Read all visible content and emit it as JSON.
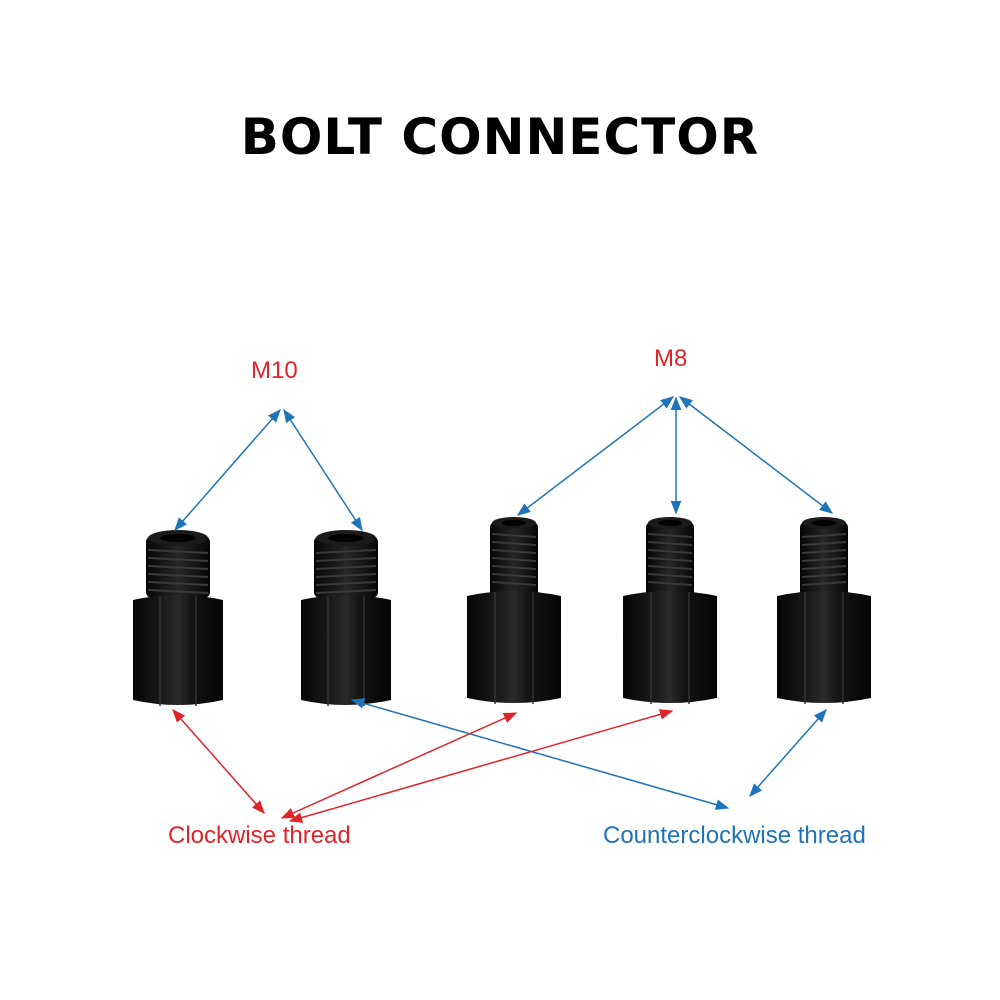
{
  "title": "BOLT CONNECTOR",
  "labels": {
    "m10": "M10",
    "m8": "M8",
    "clockwise": "Clockwise thread",
    "counterclockwise": "Counterclockwise thread"
  },
  "colors": {
    "red": "#e0242a",
    "blue": "#1f73b8",
    "bolt": "#0c0c0c"
  },
  "bolts": [
    {
      "name": "bolt-m10-clockwise",
      "thread": "M10"
    },
    {
      "name": "bolt-m10-counterclockwise",
      "thread": "M10"
    },
    {
      "name": "bolt-m8-clockwise",
      "thread": "M8"
    },
    {
      "name": "bolt-m8-clockwise",
      "thread": "M8"
    },
    {
      "name": "bolt-m8-counterclockwise",
      "thread": "M8"
    }
  ]
}
